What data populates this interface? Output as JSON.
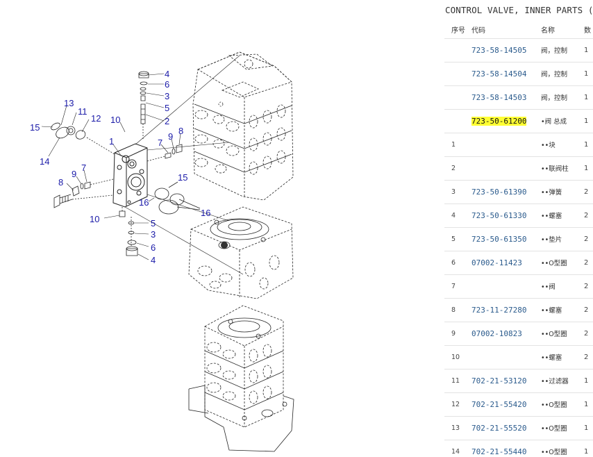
{
  "panel_title": "CONTROL VALVE, INNER PARTS (",
  "table": {
    "headers": {
      "no": "序号",
      "code": "代码",
      "name": "名称",
      "qty": "数"
    },
    "rows": [
      {
        "no": "",
        "code": "723-58-14505",
        "name": "阀，控制",
        "qty": "1",
        "highlight": false
      },
      {
        "no": "",
        "code": "723-58-14504",
        "name": "阀，控制",
        "qty": "1",
        "highlight": false
      },
      {
        "no": "",
        "code": "723-58-14503",
        "name": "阀，控制",
        "qty": "1",
        "highlight": false
      },
      {
        "no": "",
        "code": "723-50-61200",
        "name": "•阀 总成",
        "qty": "1",
        "highlight": true
      },
      {
        "no": "1",
        "code": "",
        "name": "••块",
        "qty": "1",
        "highlight": false
      },
      {
        "no": "2",
        "code": "",
        "name": "••联阀柱",
        "qty": "1",
        "highlight": false
      },
      {
        "no": "3",
        "code": "723-50-61390",
        "name": "••弹簧",
        "qty": "2",
        "highlight": false
      },
      {
        "no": "4",
        "code": "723-50-61330",
        "name": "••螺塞",
        "qty": "2",
        "highlight": false
      },
      {
        "no": "5",
        "code": "723-50-61350",
        "name": "••垫片",
        "qty": "2",
        "highlight": false
      },
      {
        "no": "6",
        "code": "07002-11423",
        "name": "••O型圈",
        "qty": "2",
        "highlight": false
      },
      {
        "no": "7",
        "code": "",
        "name": "••阀",
        "qty": "2",
        "highlight": false
      },
      {
        "no": "8",
        "code": "723-11-27280",
        "name": "••螺塞",
        "qty": "2",
        "highlight": false
      },
      {
        "no": "9",
        "code": "07002-10823",
        "name": "••O型圈",
        "qty": "2",
        "highlight": false
      },
      {
        "no": "10",
        "code": "",
        "name": "••螺塞",
        "qty": "2",
        "highlight": false
      },
      {
        "no": "11",
        "code": "702-21-53120",
        "name": "••过滤器",
        "qty": "1",
        "highlight": false
      },
      {
        "no": "12",
        "code": "702-21-55420",
        "name": "••O型圈",
        "qty": "1",
        "highlight": false
      },
      {
        "no": "13",
        "code": "702-21-55520",
        "name": "••O型圈",
        "qty": "1",
        "highlight": false
      },
      {
        "no": "14",
        "code": "702-21-55440",
        "name": "••O型圈",
        "qty": "1",
        "highlight": false
      }
    ]
  },
  "callouts": [
    "4",
    "6",
    "3",
    "5",
    "2",
    "13",
    "11",
    "12",
    "15",
    "10",
    "1",
    "14",
    "7",
    "9",
    "8",
    "9",
    "7",
    "8",
    "15",
    "16",
    "16",
    "10",
    "5",
    "3",
    "6",
    "4"
  ],
  "colors": {
    "callout": "#1a1aa8",
    "link": "#2a5a8c",
    "highlight": "#ffff33",
    "row_border": "#e3e3e3"
  }
}
